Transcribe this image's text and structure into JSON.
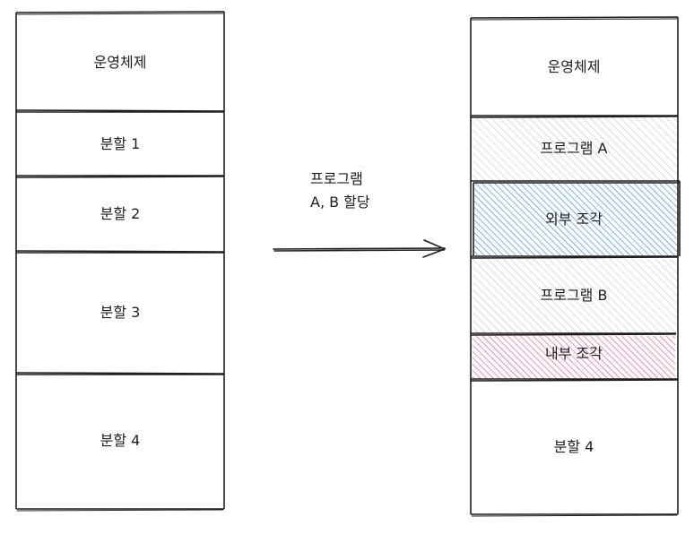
{
  "before": {
    "blocks": [
      {
        "label": "운영체제"
      },
      {
        "label": "분할 1"
      },
      {
        "label": "분할 2"
      },
      {
        "label": "분할 3"
      },
      {
        "label": "분할 4"
      }
    ]
  },
  "arrow": {
    "line1": "프로그램",
    "line2": "A, B 할당"
  },
  "after": {
    "blocks": [
      {
        "label": "운영체제",
        "fill": "none"
      },
      {
        "label": "프로그램 A",
        "fill": "#ced4da"
      },
      {
        "label": "외부 조각",
        "fill": "#4a90d9"
      },
      {
        "label": "프로그램 B",
        "fill": "#ced4da"
      },
      {
        "label": "내부 조각",
        "fill": "#e64980"
      },
      {
        "label": "분할 4",
        "fill": "none"
      }
    ]
  },
  "colors": {
    "stroke": "#1e1e1e",
    "program_hatch": "#ced4da",
    "external_hatch": "#4a90d9",
    "internal_hatch": "#e64980"
  }
}
